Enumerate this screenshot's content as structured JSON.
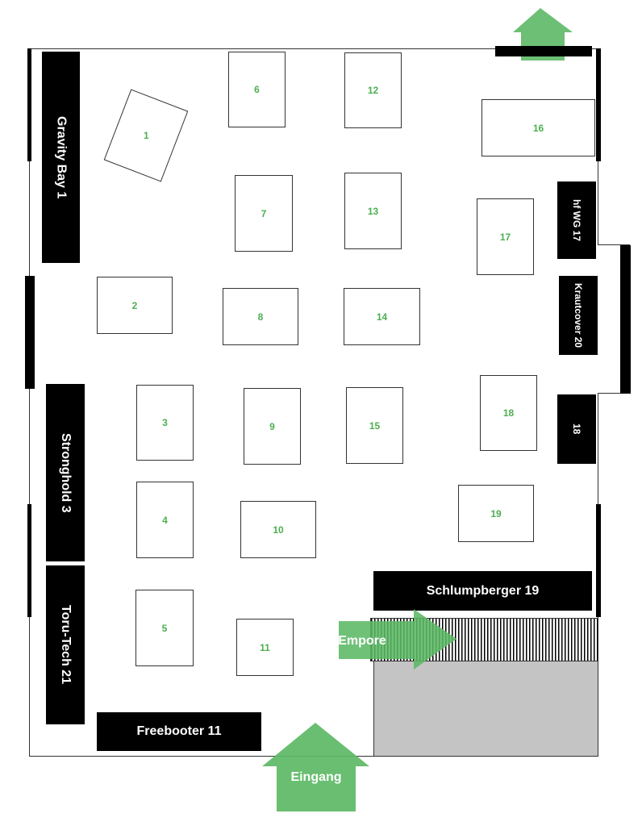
{
  "tables": [
    "1",
    "2",
    "3",
    "4",
    "5",
    "6",
    "7",
    "8",
    "9",
    "10",
    "11",
    "12",
    "13",
    "14",
    "15",
    "16",
    "17",
    "18",
    "19"
  ],
  "vendors": {
    "gravity_bay": "Gravity Bay 1",
    "stronghold": "Stronghold 3",
    "toru_tech": "Toru-Tech 21",
    "freebooter": "Freebooter 11",
    "hf_wg": "hf WG 17",
    "krautcover": "Krautcover 20",
    "eighteen": "18",
    "schlumpberger": "Schlumpberger 19"
  },
  "arrows": {
    "empore": "Empore",
    "eingang": "Eingang"
  },
  "colors": {
    "arrow": "#5cb865",
    "table_number": "#4caf50",
    "booth": "#000000",
    "stage_area": "#c4c4c4"
  }
}
